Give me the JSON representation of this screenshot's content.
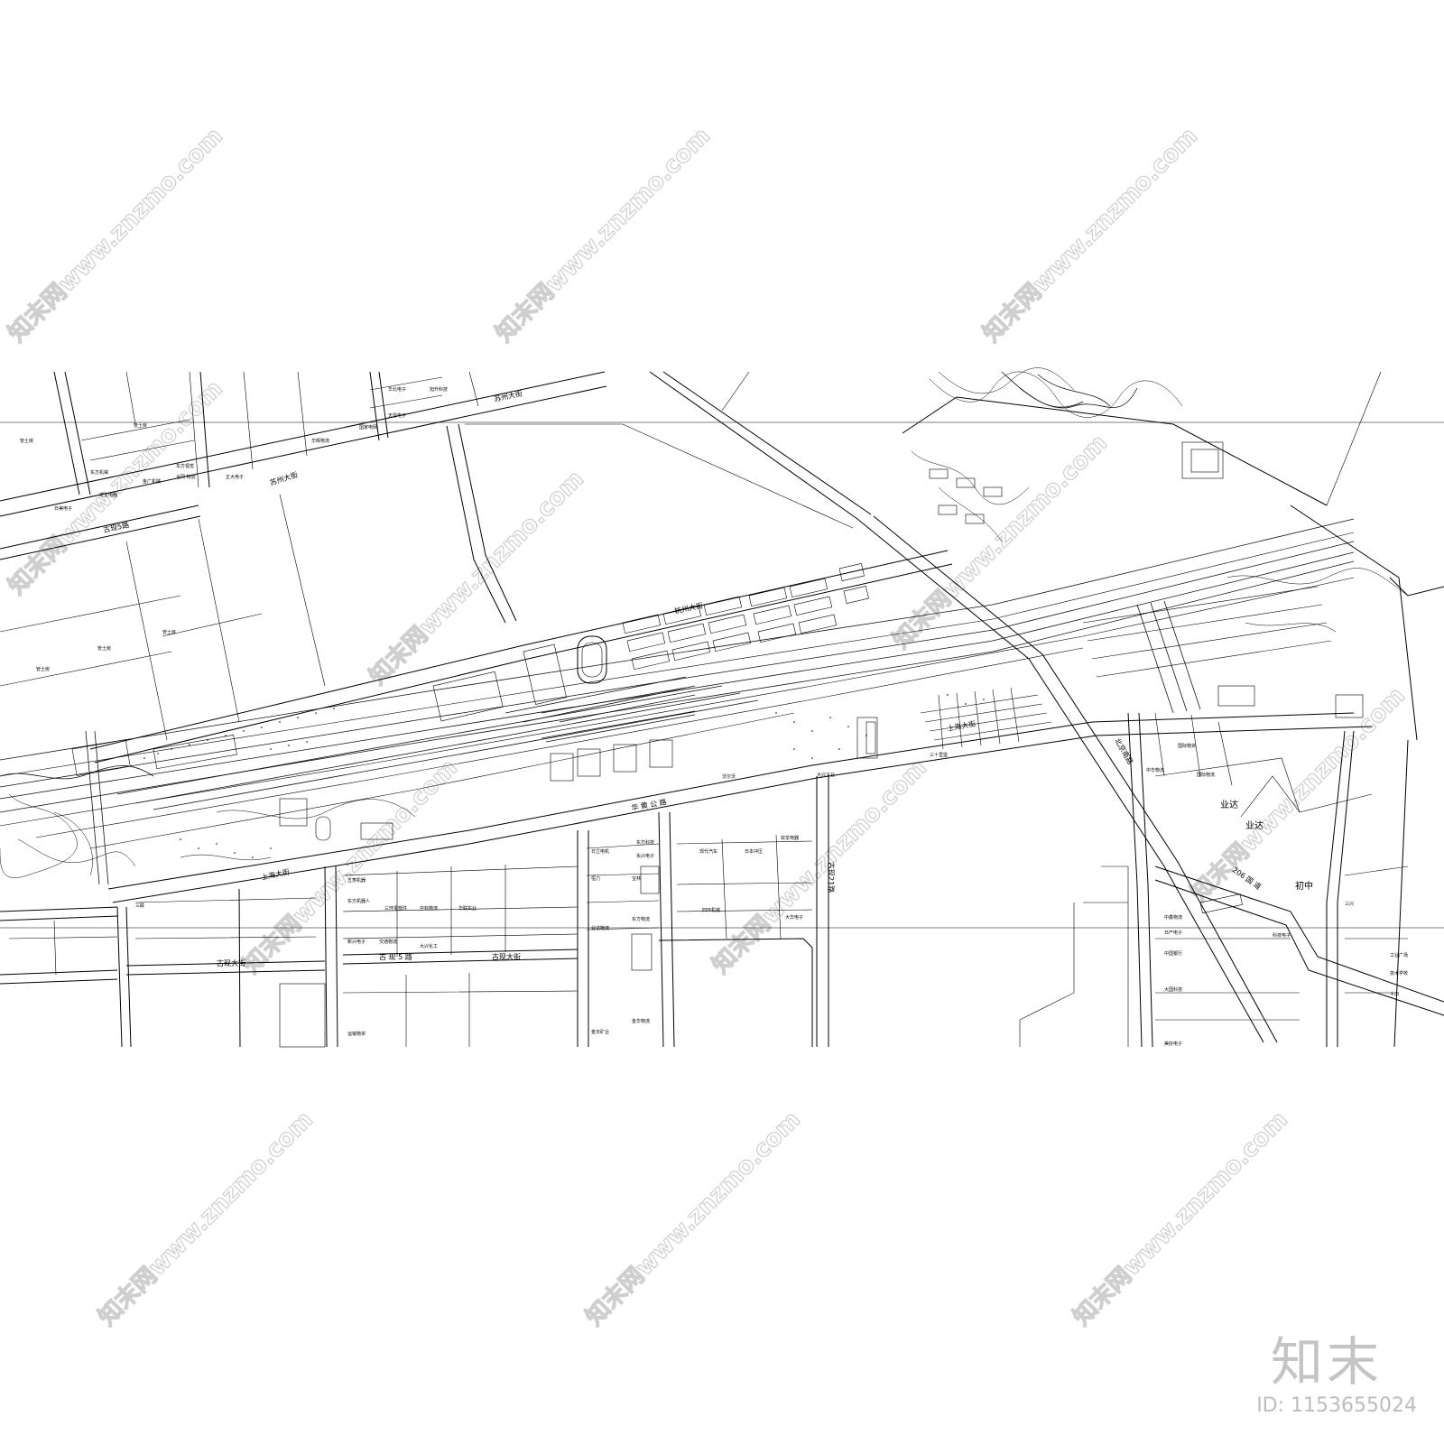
{
  "roads": {
    "suzhou_dajie": "苏州大街",
    "hangzhou_dajie": "杭州大街",
    "shanghai_dajie_upper": "上海大街",
    "shanghai_dajie_lower": "上海大街",
    "huahuang_gonglu": "华 黄 公 路",
    "guxian_5_top": "古现5路",
    "guxian_5_bottom": "古 现 5 路",
    "guxian_dajie_left": "古现大街",
    "guxian_dajie_right": "古现大街",
    "guoxian_21": "古现21路",
    "guodao_206": "206 国 道",
    "beijing_nanlu": "北京南路"
  },
  "places": {
    "yeda_1": "业达",
    "yeda_2": "业达",
    "chuzhong": "初中",
    "sanshi_shang": "三十里堡",
    "daxing_gongye": "大兴工业"
  },
  "small_labels": [
    "管土房",
    "管土房",
    "管土房",
    "管土房",
    "管土房",
    "华北电子",
    "旭升科技",
    "天恩电子",
    "国家电网",
    "华辉物流",
    "东方视觉",
    "合同 物流",
    "金广机械",
    "宏企电器",
    "日美电子",
    "东方机械",
    "正大电子",
    "三联",
    "五菱机器",
    "东方机器人",
    "三环零部件",
    "中标物流",
    "华联实业",
    "现代汽车",
    "日本冲压",
    "双龙电器",
    "日立电机",
    "恒力",
    "宝林",
    "大兴化工",
    "新兴电子",
    "交通物流",
    "业达物流",
    "东方物流",
    "永兴电子",
    "东方科技",
    "四环机械",
    "大华电子",
    "金华物流",
    "金日矿业",
    "运输物资",
    "沃尔沃",
    "国际物流",
    "中鑫物流",
    "日产电子",
    "中国银行",
    "大国科技",
    "美好电子",
    "工业广场",
    "技术学校",
    "丰田",
    "三兴",
    "科技电子",
    "国际物资",
    "中华物流"
  ],
  "watermark_text": "知末网www.znzmo.com",
  "brand": {
    "logo": "知末",
    "id": "ID: 1153655024"
  }
}
